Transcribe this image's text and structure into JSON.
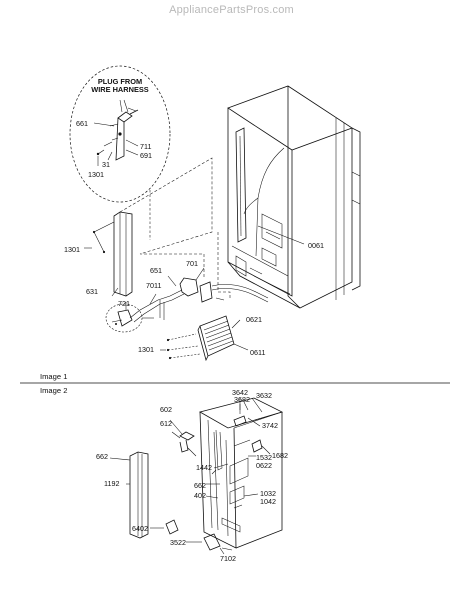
{
  "watermark": "AppliancePartsPros.com",
  "callout_title_line1": "PLUG FROM",
  "callout_title_line2": "WIRE HARNESS",
  "sections": {
    "image1": "Image 1",
    "image2": "Image 2"
  },
  "image1_labels": {
    "p661": "661",
    "p711": "711",
    "p691": "691",
    "p31": "31",
    "p1301_inset": "1301",
    "p1301_a": "1301",
    "p0061": "0061",
    "p701": "701",
    "p651": "651",
    "p7011": "7011",
    "p631": "631",
    "p721": "721",
    "p0621": "0621",
    "p1301_b": "1301",
    "p0611": "0611"
  },
  "image2_labels": {
    "p3642": "3642",
    "p3682": "3682",
    "p3632": "3632",
    "p3742": "3742",
    "p602": "602",
    "p612": "612",
    "p1532": "1532",
    "p1682": "1682",
    "p0622": "0622",
    "p1442": "1442",
    "p662a": "662",
    "p662b": "662",
    "p1192": "1192",
    "p402": "402",
    "p1032": "1032",
    "p1042": "1042",
    "p6402": "6402",
    "p3522": "3522",
    "p7102": "7102"
  }
}
